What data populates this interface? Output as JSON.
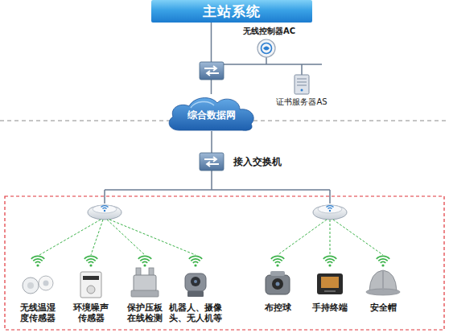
{
  "diagram": {
    "nodes": [
      {
        "text": [
          "主站系统"
        ]
      },
      {
        "text": [
          "无线控制器AC"
        ]
      },
      {
        "text": [
          "证书服务器AS"
        ]
      },
      {
        "text": [
          "综合数据网"
        ]
      },
      {
        "text": [
          "接入交换机"
        ]
      },
      {
        "text": [
          "无线温湿度传感器"
        ]
      },
      {
        "text": [
          "环境噪声传感器"
        ]
      },
      {
        "text": [
          "保护压板在线检测"
        ]
      },
      {
        "text": [
          "机器人、摄像头、无人机等"
        ]
      },
      {
        "text": [
          "布控球"
        ]
      },
      {
        "text": [
          "手持终端"
        ]
      },
      {
        "text": [
          "安全帽"
        ]
      }
    ],
    "edges": [
      {
        "from": 0,
        "to": 3,
        "arrow": "none"
      },
      {
        "from": 3,
        "to": 4,
        "arrow": "none"
      }
    ]
  }
}
